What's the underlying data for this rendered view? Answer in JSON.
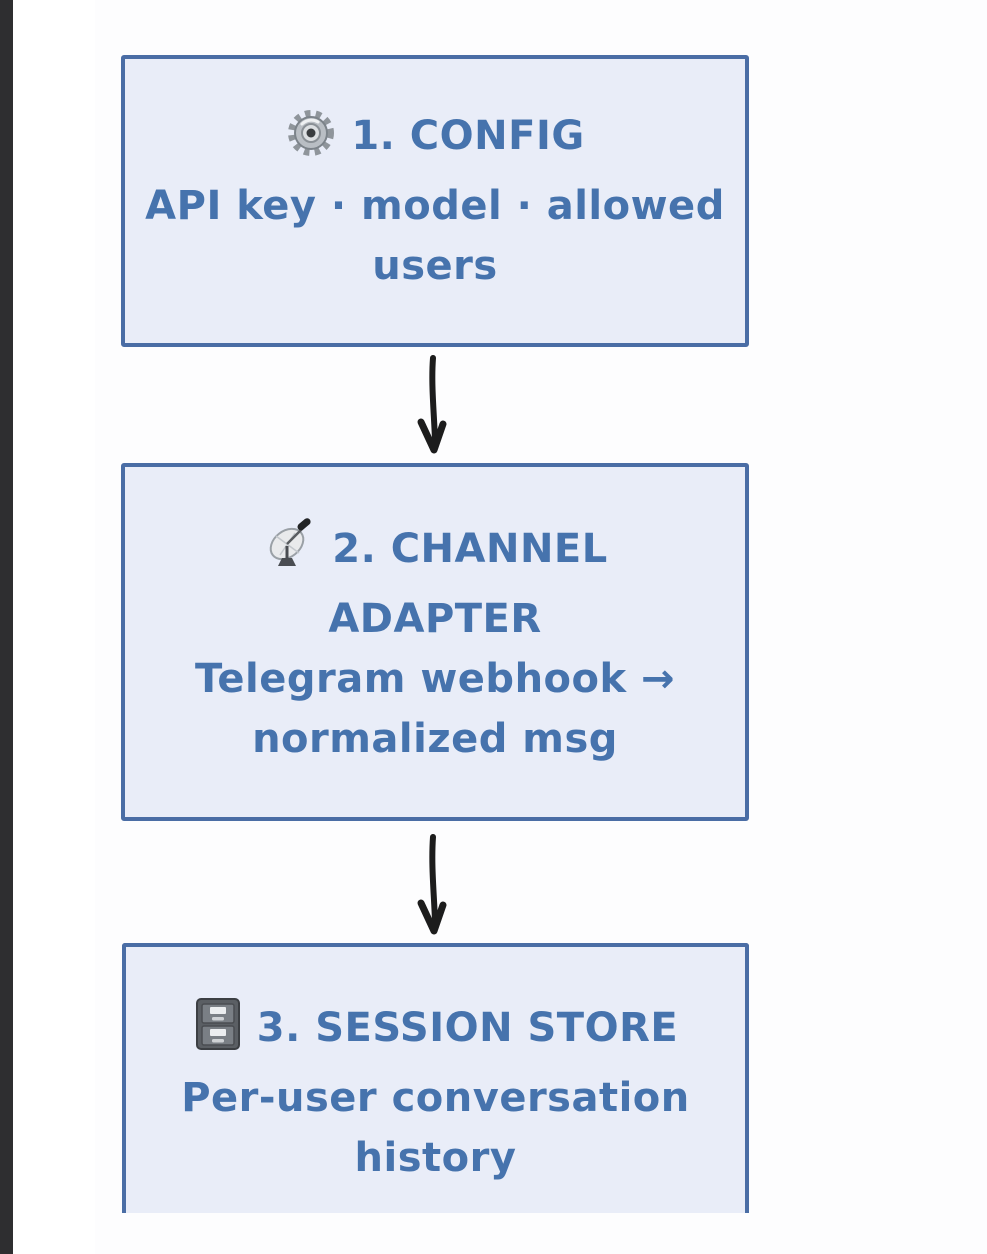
{
  "theme": {
    "accent": "#4a6da5",
    "box_fill": "#e9edf8",
    "text": "#4673ad",
    "arrow": "#1c1c1c",
    "left_bar": "#2e2e30",
    "page_bg": "#ffffff"
  },
  "diagram": {
    "nodes": [
      {
        "icon": "gear-icon",
        "title": "1. CONFIG",
        "subtitle": "API key · model · allowed users"
      },
      {
        "icon": "satellite-dish-icon",
        "title": "2. CHANNEL ADAPTER",
        "subtitle": "Telegram webhook → normalized msg"
      },
      {
        "icon": "file-cabinet-icon",
        "title": "3. SESSION STORE",
        "subtitle": "Per-user conversation history"
      }
    ]
  }
}
